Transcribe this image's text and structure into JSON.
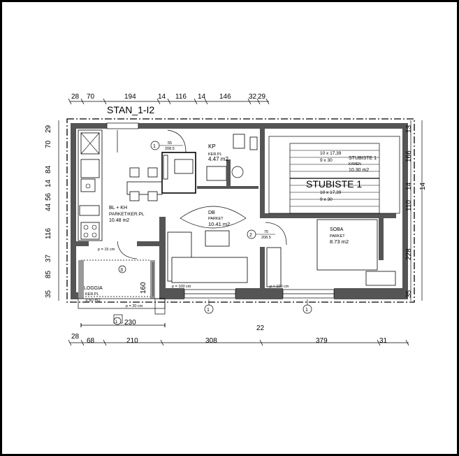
{
  "title": "STAN_1-I2",
  "dims_top": [
    "28",
    "70",
    "194",
    "14",
    "116",
    "14",
    "146",
    "32",
    "29"
  ],
  "dims_bottom": [
    "28",
    "68",
    "210",
    "308",
    "379",
    "31"
  ],
  "dim_bottom_extra": "22",
  "dim_loggia": "230",
  "dims_left": [
    "29",
    "70",
    "84",
    "14",
    "56",
    "44",
    "116",
    "37",
    "85",
    "35"
  ],
  "dims_right": [
    "13",
    "166",
    "14",
    "110",
    "228",
    "35"
  ],
  "dim_right_outer": "14",
  "rooms": {
    "kp": {
      "name": "KP",
      "floor": "KER.PL",
      "area": "4.47 m2"
    },
    "blkh": {
      "name": "BL + KH",
      "floor": "PARKET/KER.PL",
      "area": "10.48   m2"
    },
    "db": {
      "name": "DB",
      "floor": "PARKET",
      "area": "10.41 m2"
    },
    "soba": {
      "name": "SOBA",
      "floor": "PARKET",
      "area": "8.73  m2"
    },
    "loggia": {
      "name": "LOGGIA",
      "floor": "KER.PL",
      "area": "3.50 m2"
    },
    "stubiste_small": {
      "name": "STUBISTE 1",
      "floor": "KAMEN",
      "area": "10.30 m2"
    },
    "stubiste_big": "STUBISTE 1"
  },
  "stairs": {
    "top1": "10 x 17,39",
    "top2": "9 x 30",
    "bot1": "10 x 17,39",
    "bot2": "9 x 30"
  },
  "doors": [
    {
      "num": "1",
      "w": "55",
      "h": "208.5"
    },
    {
      "num": "2",
      "w": "75",
      "h": "208.5"
    },
    {
      "num": "3",
      "w": "",
      "h": ""
    }
  ],
  "window_marks": [
    "1",
    "1",
    "1"
  ],
  "sills": [
    "p = 15 cm",
    "p = 100 cm",
    "p = 100 cm",
    "p = 20 cm"
  ],
  "loggia_dim": "160"
}
